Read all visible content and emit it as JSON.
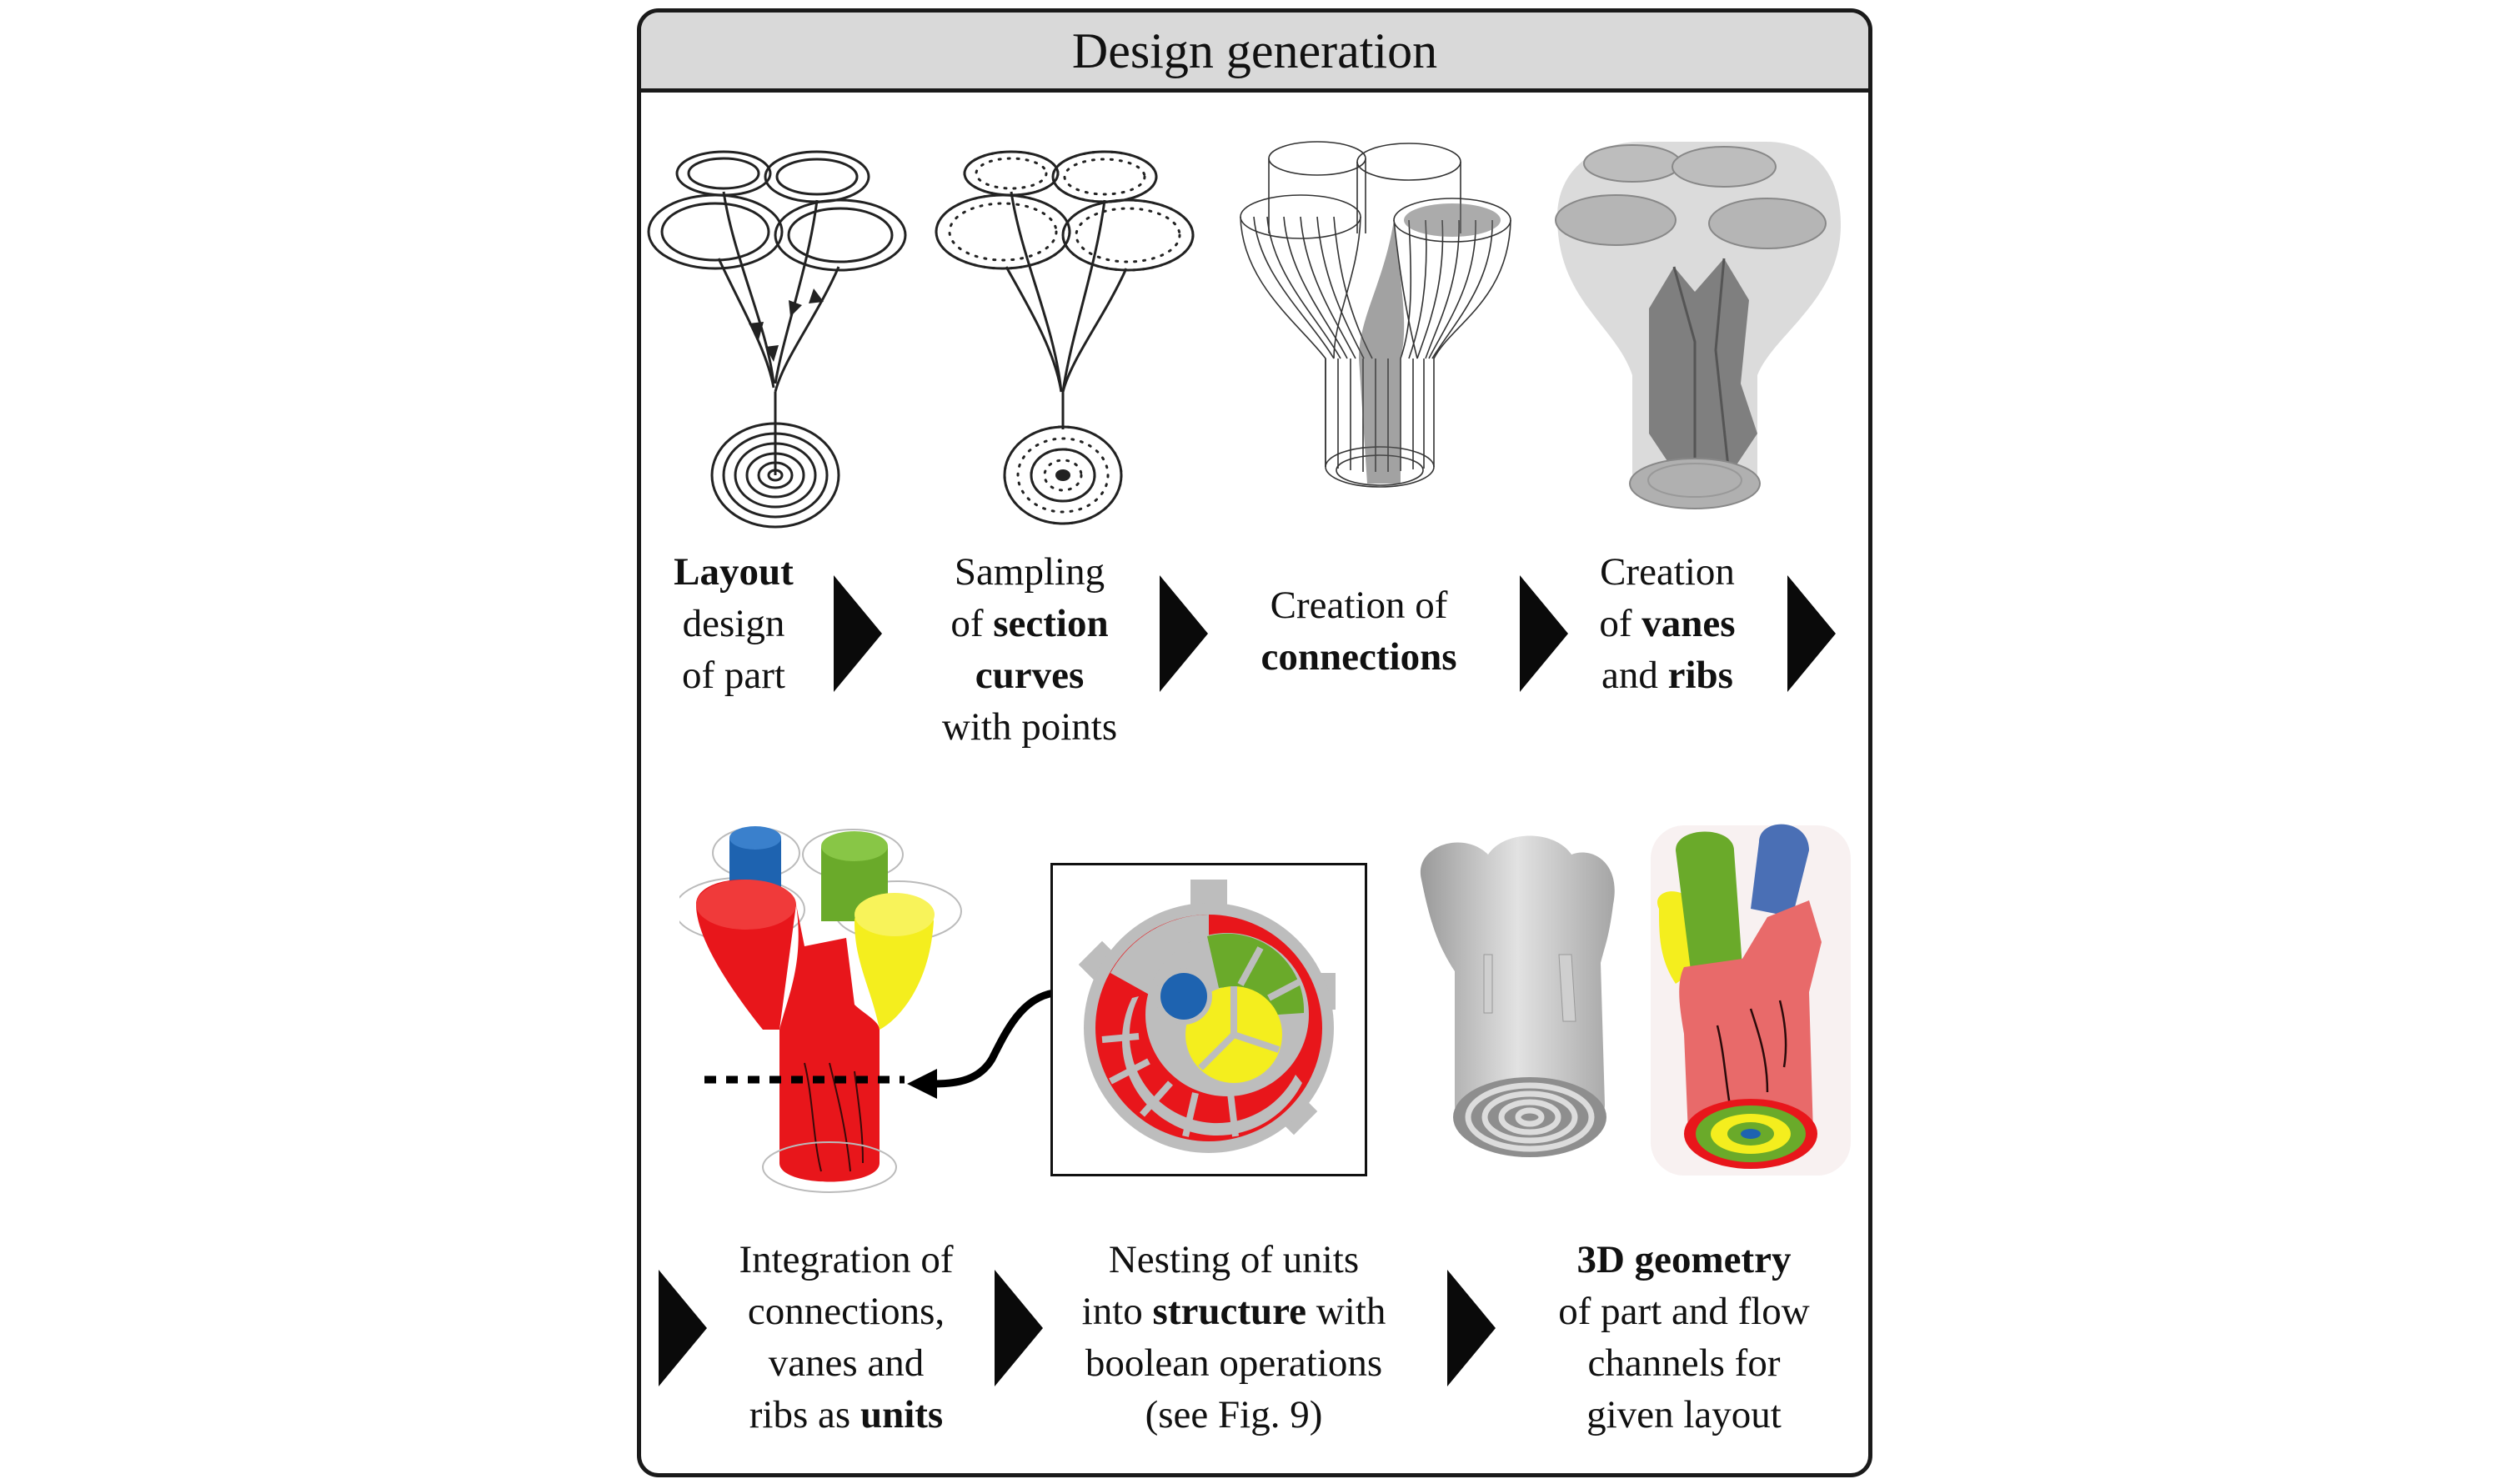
{
  "title": "Design generation",
  "steps": [
    {
      "id": "layout",
      "lines": [
        [
          {
            "t": "Layout",
            "b": true
          }
        ],
        [
          {
            "t": "design",
            "b": false
          }
        ],
        [
          {
            "t": "of part",
            "b": false
          }
        ]
      ]
    },
    {
      "id": "sampling",
      "lines": [
        [
          {
            "t": "Sampling",
            "b": false
          }
        ],
        [
          {
            "t": "of ",
            "b": false
          },
          {
            "t": "section",
            "b": true
          }
        ],
        [
          {
            "t": "curves",
            "b": true
          }
        ],
        [
          {
            "t": "with points",
            "b": false
          }
        ]
      ]
    },
    {
      "id": "connections",
      "lines": [
        [
          {
            "t": "Creation of",
            "b": false
          }
        ],
        [
          {
            "t": "connections",
            "b": true
          }
        ]
      ]
    },
    {
      "id": "vanes",
      "lines": [
        [
          {
            "t": "Creation",
            "b": false
          }
        ],
        [
          {
            "t": "of ",
            "b": false
          },
          {
            "t": "vanes",
            "b": true
          }
        ],
        [
          {
            "t": "and ",
            "b": false
          },
          {
            "t": "ribs",
            "b": true
          }
        ]
      ]
    },
    {
      "id": "integration",
      "lines": [
        [
          {
            "t": "Integration of",
            "b": false
          }
        ],
        [
          {
            "t": "connections,",
            "b": false
          }
        ],
        [
          {
            "t": "vanes and",
            "b": false
          }
        ],
        [
          {
            "t": "ribs as ",
            "b": false
          },
          {
            "t": "units",
            "b": true
          }
        ]
      ]
    },
    {
      "id": "nesting",
      "lines": [
        [
          {
            "t": "Nesting of units",
            "b": false
          }
        ],
        [
          {
            "t": "into ",
            "b": false
          },
          {
            "t": "structure",
            "b": true
          },
          {
            "t": " with",
            "b": false
          }
        ],
        [
          {
            "t": "boolean operations",
            "b": false
          }
        ],
        [
          {
            "t": "(see Fig. 9)",
            "b": false
          }
        ]
      ]
    },
    {
      "id": "geometry",
      "lines": [
        [
          {
            "t": "3D geometry",
            "b": true
          }
        ],
        [
          {
            "t": "of part and flow",
            "b": false
          }
        ],
        [
          {
            "t": "channels for",
            "b": false
          }
        ],
        [
          {
            "t": "given layout",
            "b": false
          }
        ]
      ]
    }
  ],
  "colors": {
    "red": "#e8161b",
    "green": "#6aaa2a",
    "yellow": "#f4ee1e",
    "blue": "#1e63b0",
    "gray": "#bdbdbd",
    "frame": "#1a1a1a",
    "titlebar": "#d9d9d9"
  }
}
